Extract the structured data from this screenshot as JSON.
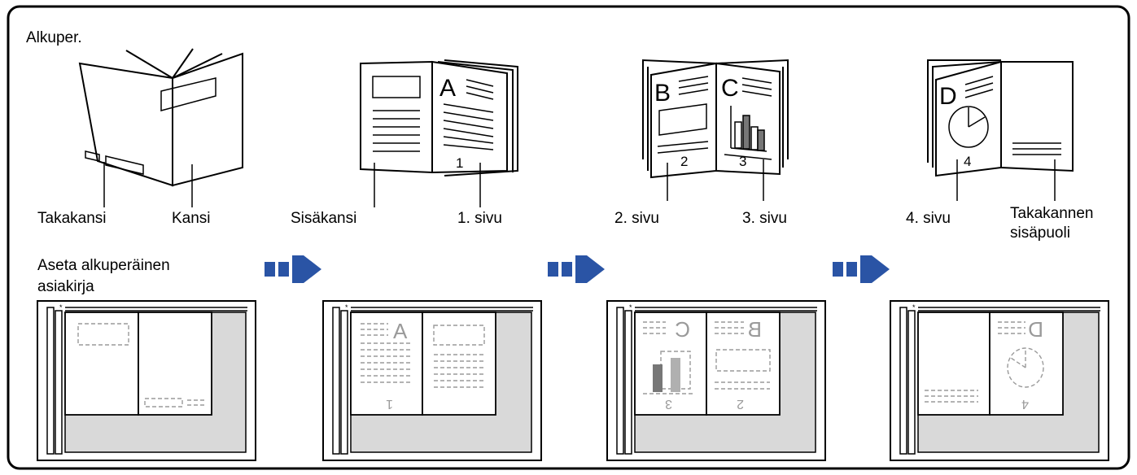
{
  "diagram": {
    "original_label": "Alkuper.",
    "instruction_label": "Aseta alkuperäinen asiakirja",
    "labels": {
      "back_cover": "Takakansi",
      "front_cover": "Kansi",
      "inside_cover": "Sisäkansi",
      "page_1": "1. sivu",
      "page_2": "2. sivu",
      "page_3": "3. sivu",
      "page_4": "4. sivu",
      "inside_back_cover_line1": "Takakannen",
      "inside_back_cover_line2": "sisäpuoli"
    },
    "page_letters": {
      "a": "A",
      "b": "B",
      "c": "C",
      "d": "D"
    },
    "page_numbers": {
      "p1": "1",
      "p2": "2",
      "p3": "3",
      "p4": "4"
    },
    "colors": {
      "arrow": "#2a54a5",
      "glass": "#d9d9d9",
      "bar_dark": "#777777",
      "bar_light": "#b0b0b0"
    }
  }
}
